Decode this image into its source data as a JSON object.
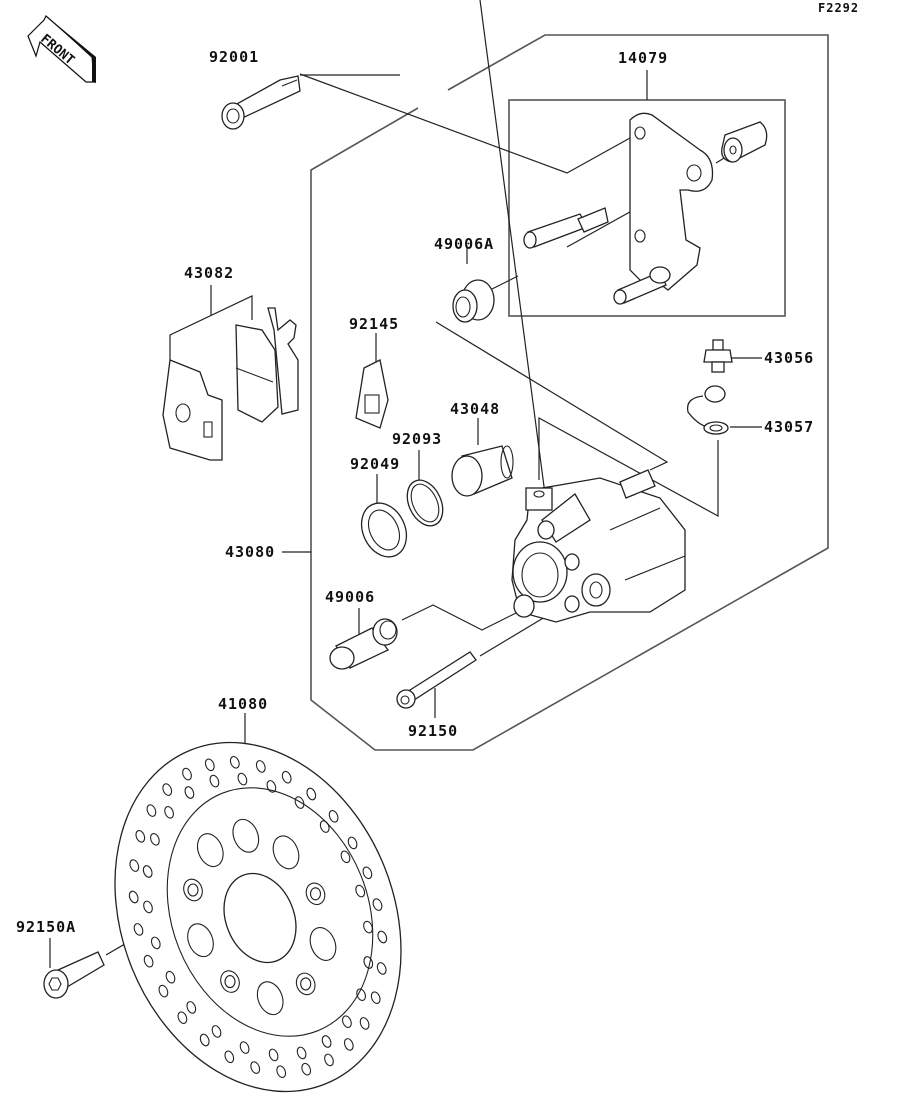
{
  "diagram": {
    "code": "F2292",
    "front_label": "FRONT",
    "parts": {
      "p92001": "92001",
      "p14079": "14079",
      "p49006A": "49006A",
      "p43082": "43082",
      "p92145": "92145",
      "p43056": "43056",
      "p43048": "43048",
      "p43057": "43057",
      "p92093": "92093",
      "p92049": "92049",
      "p43080": "43080",
      "p49006": "49006",
      "p92150": "92150",
      "p41080": "41080",
      "p92150A": "92150A"
    }
  }
}
